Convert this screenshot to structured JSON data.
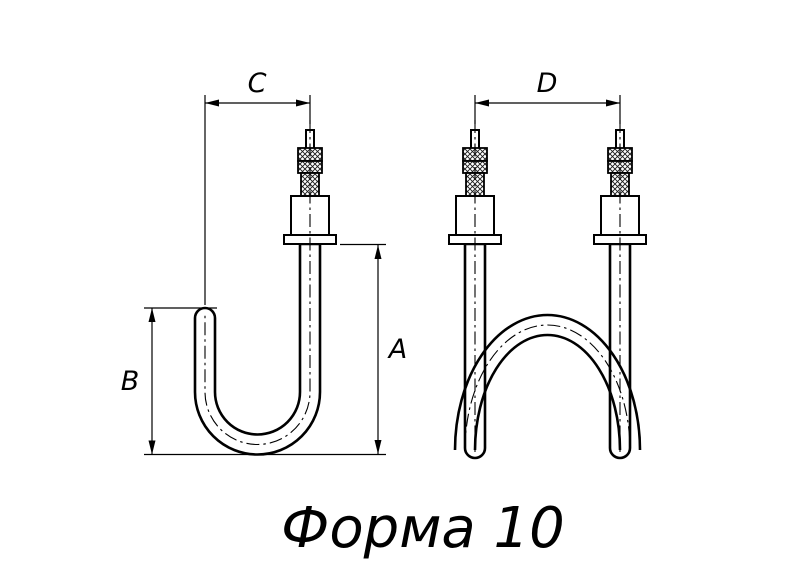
{
  "title": "Форма 10",
  "dimensions": {
    "a": "A",
    "b": "B",
    "c": "C",
    "d": "D"
  },
  "colors": {
    "line": "#000000",
    "background": "#ffffff"
  }
}
